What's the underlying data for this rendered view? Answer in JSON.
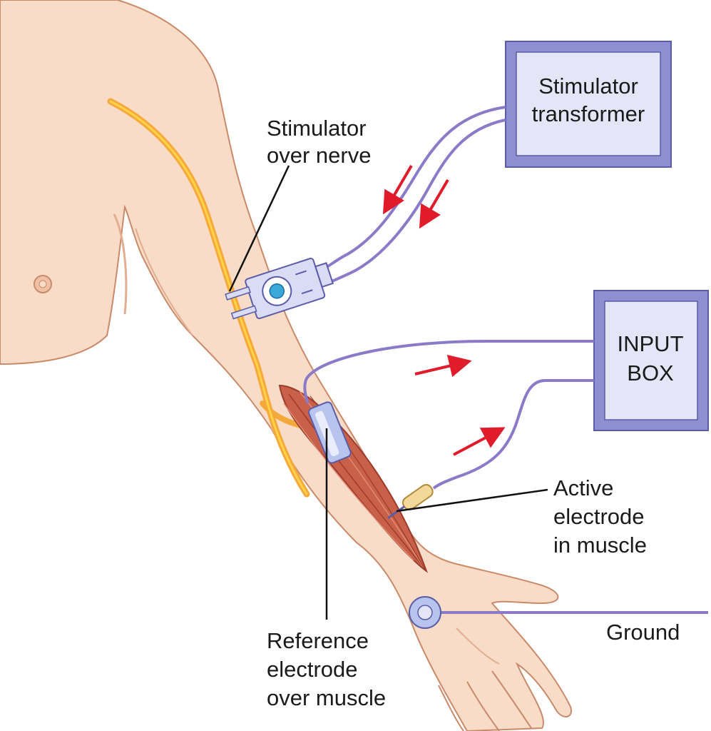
{
  "labels": {
    "stim_transformer": [
      "Stimulator",
      "transformer"
    ],
    "stim_over_nerve": [
      "Stimulator",
      "over nerve"
    ],
    "input_box": [
      "INPUT",
      "BOX"
    ],
    "active_electrode": [
      "Active",
      "electrode",
      "in muscle"
    ],
    "reference_electrode": [
      "Reference",
      "electrode",
      "over muscle"
    ],
    "ground": "Ground"
  },
  "colors": {
    "skin": "#f8dcc8",
    "skin_outline": "#c98a6a",
    "skin_shade": "#efc3a8",
    "nerve": "#f5a93a",
    "nerve_core": "#ffd24a",
    "muscle": "#c9604a",
    "muscle_dark": "#9c3c2c",
    "wire": "#8a7ac8",
    "box_outer": "#8d8fd0",
    "box_inner": "#e4e6f7",
    "box_border": "#5a5ca8",
    "arrow": "#e01b2a",
    "leader": "#111111",
    "electrode_pad": "#b8c4ee",
    "needle_tip": "#e8c878"
  }
}
